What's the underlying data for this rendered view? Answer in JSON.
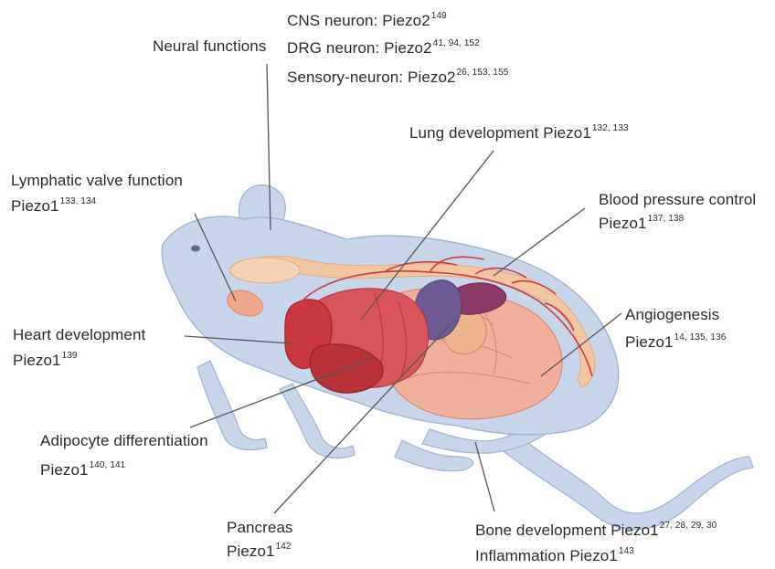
{
  "colors": {
    "body_fill": "#c8d6ec",
    "body_stroke": "#9fb2cf",
    "leader_line": "#555555",
    "heart": "#c8383e",
    "lung": "#d9555b",
    "spleen": "#8a3a64",
    "intestine": "#f0b09c",
    "nerve": "#f3c6a2",
    "vessel": "#c93a38"
  },
  "labels": {
    "neural": {
      "title": "Neural functions"
    },
    "cns": {
      "text": "CNS neuron: Piezo2",
      "refs": "149"
    },
    "drg": {
      "text": "DRG neuron: Piezo2",
      "refs": "41, 94, 152"
    },
    "sensory": {
      "text": "Sensory-neuron: Piezo2",
      "refs": "26, 153, 155"
    },
    "lung": {
      "text": "Lung development  Piezo1",
      "refs": "132, 133"
    },
    "lymph": {
      "title": "Lymphatic valve function",
      "gene": "Piezo1",
      "refs": "133, 134"
    },
    "bp": {
      "title": "Blood pressure control",
      "gene": "Piezo1",
      "refs": "137, 138"
    },
    "angio": {
      "title": "Angiogenesis",
      "gene": "Piezo1",
      "refs": "14, 135, 136"
    },
    "heart": {
      "title": "Heart development",
      "gene": "Piezo1",
      "refs": "139"
    },
    "adipo": {
      "title": "Adipocyte differentiation",
      "gene": "Piezo1",
      "refs": "140, 141"
    },
    "pancreas": {
      "title": "Pancreas",
      "gene": "Piezo1",
      "refs": "142"
    },
    "bone": {
      "text": "Bone development  Piezo1",
      "refs": "27, 28, 29, 30"
    },
    "inflam": {
      "text": "Inflammation Piezo1",
      "refs": "143"
    }
  }
}
